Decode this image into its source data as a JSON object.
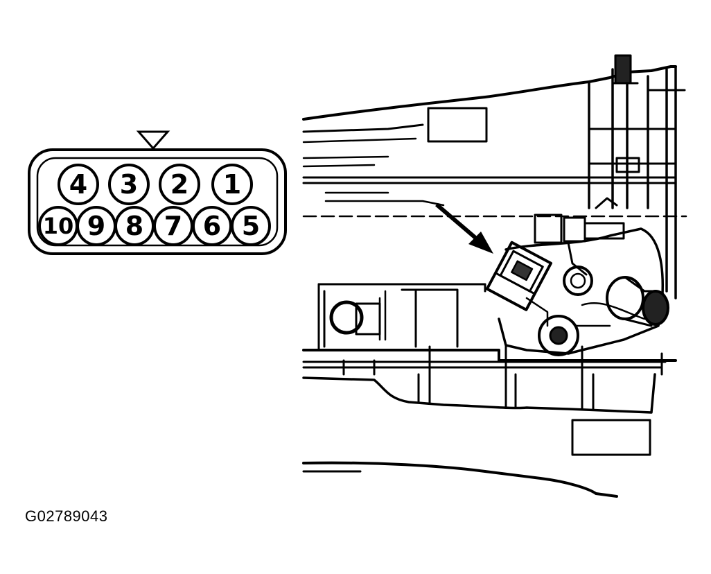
{
  "connector": {
    "top_row_pins": [
      "4",
      "3",
      "2",
      "1"
    ],
    "bottom_row_pins": [
      "10",
      "9",
      "8",
      "7",
      "6",
      "5"
    ]
  },
  "figure_code": "G02789043",
  "colors": {
    "line": "#000000",
    "background": "#ffffff"
  }
}
